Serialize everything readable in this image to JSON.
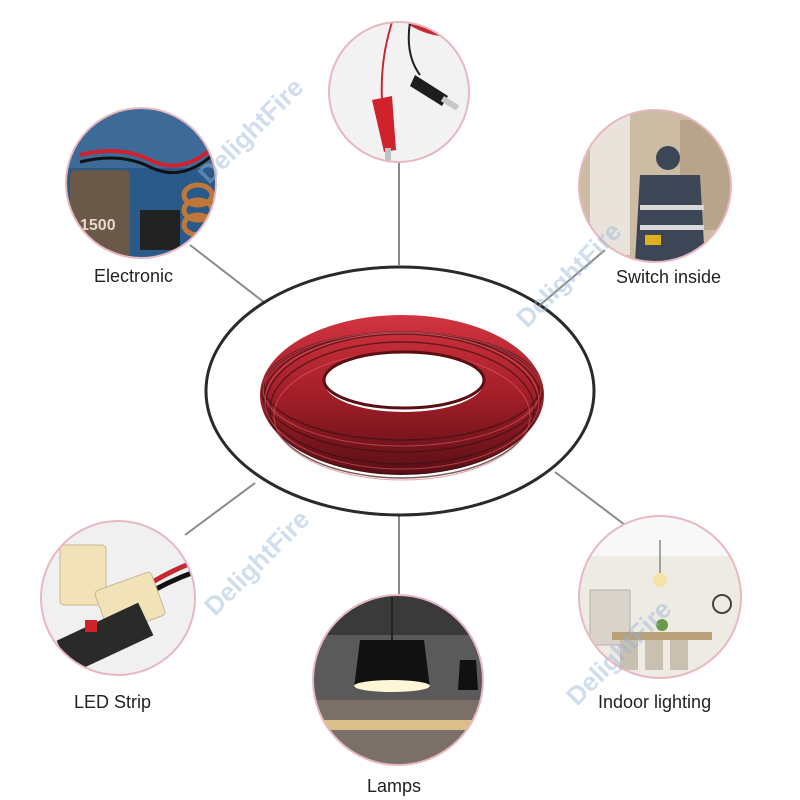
{
  "labels": {
    "electronic": "Electronic",
    "switch_inside": "Switch inside",
    "led_strip": "LED Strip",
    "indoor_lighting": "Indoor lighting",
    "lamps": "Lamps"
  },
  "watermark": "DelightFire",
  "colors": {
    "wire_red": "#c62832",
    "wire_black": "#3a1214",
    "connector_line": "#8a8a8a",
    "ring_border": "#e8b8c0",
    "watermark": "#9bb8d8"
  },
  "icons": [
    "alligator-clip-icon",
    "circuit-board-icon",
    "technician-icon",
    "led-connector-icon",
    "pendant-lamp-icon",
    "dining-room-icon",
    "cable-coil-icon"
  ]
}
